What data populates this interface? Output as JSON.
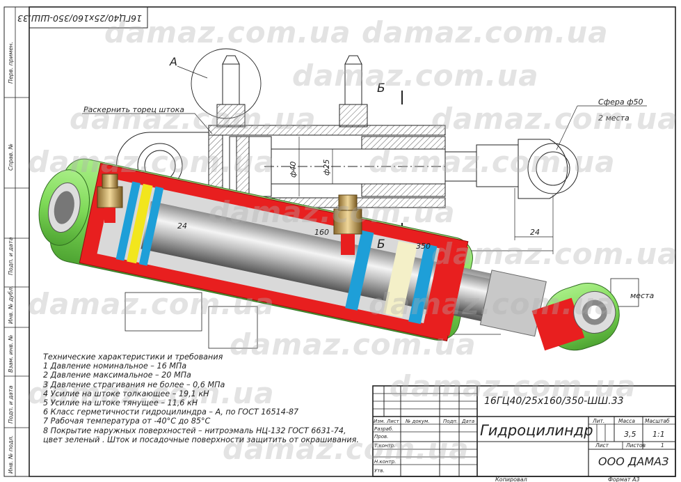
{
  "drawing": {
    "designation": "16ГЦ40/25х160/350-ШШ.33",
    "stamp_designation_rotated": "16ГЦ40/25х160/350-ШШ.33",
    "product_name": "Гидроцилиндр",
    "company": "ООО ДАМАЗ",
    "mass_value": "3,5",
    "scale_value": "1:1",
    "sheets_value": "1",
    "copied": "Копировал",
    "format": "Формат   А3",
    "watermark": "damaz.com.ua"
  },
  "title_block": {
    "headers": {
      "change": "Изм.",
      "sheet": "Лист",
      "doc_no": "№ докум.",
      "sign": "Подп.",
      "date": "Дата",
      "lit": "Лит.",
      "mass": "Масса",
      "scale": "Масштаб",
      "sheet_label": "Лист",
      "sheets_label": "Листов"
    },
    "roles": [
      "Разраб.",
      "Пров.",
      "Т.контр.",
      "",
      "Н.контр.",
      "Утв."
    ]
  },
  "left_margin": {
    "first_use": "Перв. примен.",
    "ref_no": "Справ. №",
    "sign_date_1": "Подп. и дата",
    "dup_inv": "Инв. № дубл.",
    "inv_swap": "Взам. инв. №",
    "sign_date_2": "Подп. и дата",
    "inv_orig": "Инв. № подл."
  },
  "annotations": {
    "view_a": "А",
    "section_b_top": "Б",
    "section_b_bottom": "Б",
    "peen_note": "Раскернить торец штока",
    "sphere": "Сфера ф50",
    "two_places": "2 места",
    "two_places_right": "места",
    "dim_bore": "ф40",
    "dim_rod": "ф25",
    "dim_24_left": "24",
    "dim_160": "160",
    "dim_24_right": "24",
    "dim_350": "350"
  },
  "specs": {
    "title": "Технические характеристики и требования",
    "items": [
      "1 Давление номинальное – 16 МПа",
      "2 Давление максимальное – 20 МПа",
      "3 Давление страгивания не более – 0,6 МПа",
      "4  Усилие на штоке толкающее – 19,1 кН",
      "5 Усилие на штоке тянущее – 11,6 кН",
      "6 Класс герметичности гидроцилиндра – А, по ГОСТ 16514-87",
      "7 Рабочая температура от -40°С до 85°С",
      "8 Покрытие наружных поверхностей – нитроэмаль НЦ-132 ГОСТ 6631-74,",
      "цвет зеленый . Шток и посадочные поверхности защитить от окрашивания."
    ]
  },
  "colors": {
    "body_green": "#7ed957",
    "section_red": "#e81f1f",
    "seal_blue": "#1e9fd8",
    "seal_yellow": "#f2e61d",
    "line_black": "#1a1a1a"
  }
}
